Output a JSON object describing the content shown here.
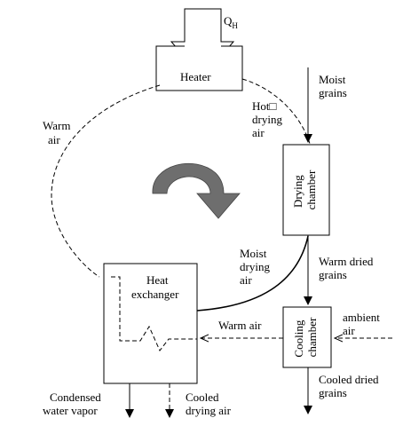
{
  "heat_input": {
    "symbol": "Q",
    "subscript": "H"
  },
  "heater": {
    "label": "Heater"
  },
  "drying_chamber": {
    "label_lines": [
      "Drying",
      "chamber"
    ]
  },
  "cooling_chamber": {
    "label_lines": [
      "Cooling",
      "chamber"
    ]
  },
  "heat_exchanger": {
    "label_lines": [
      "Heat",
      "exchanger"
    ]
  },
  "flows": {
    "moist_grains": [
      "Moist",
      "grains"
    ],
    "hot_drying_air": [
      "Hot□",
      "drying",
      "air"
    ],
    "warm_air_left": [
      "Warm",
      "air"
    ],
    "moist_drying_air": [
      "Moist",
      "drying",
      "air"
    ],
    "warm_dried_grains": [
      "Warm dried",
      "grains"
    ],
    "warm_air_return": "Warm air",
    "ambient_air": [
      "ambient",
      "air"
    ],
    "cooled_dried_grains": [
      "Cooled dried",
      "grains"
    ],
    "condensed_water_vapor": [
      "Condensed",
      "water vapor"
    ],
    "cooled_drying_air": [
      "Cooled",
      "drying air"
    ]
  },
  "colors": {
    "circulation_arrow": "#6e6e6e",
    "stroke": "#000000"
  }
}
